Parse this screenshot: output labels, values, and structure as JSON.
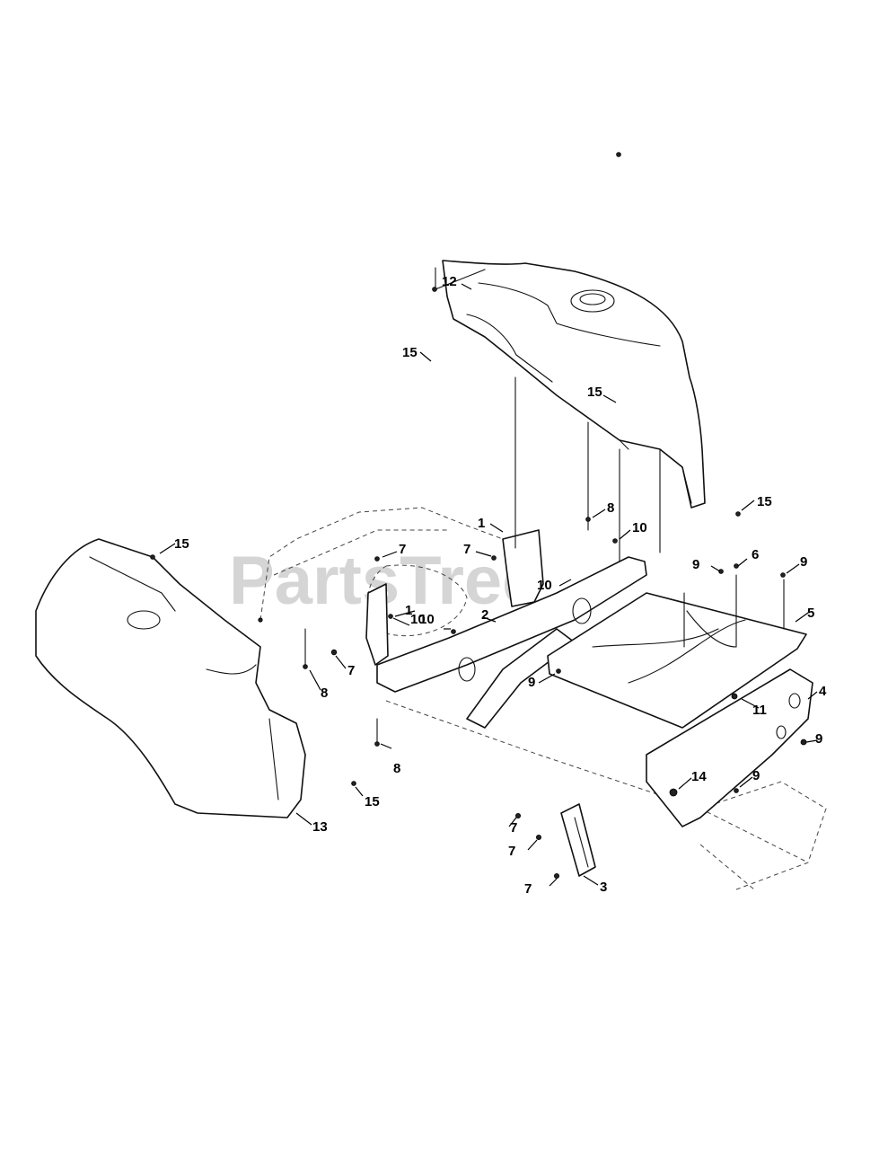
{
  "watermark": {
    "text": "PartsTree",
    "color": "#c8c8c8"
  },
  "callouts": [
    {
      "id": "c-12",
      "label": "12",
      "part": "hood / rear body"
    },
    {
      "id": "c-15a",
      "label": "15"
    },
    {
      "id": "c-15b",
      "label": "15"
    },
    {
      "id": "c-15c",
      "label": "15"
    },
    {
      "id": "c-15d",
      "label": "15"
    },
    {
      "id": "c-15e",
      "label": "15"
    },
    {
      "id": "c-1a",
      "label": "1"
    },
    {
      "id": "c-1b",
      "label": "1"
    },
    {
      "id": "c-8a",
      "label": "8"
    },
    {
      "id": "c-8b",
      "label": "8"
    },
    {
      "id": "c-8c",
      "label": "8"
    },
    {
      "id": "c-7a",
      "label": "7"
    },
    {
      "id": "c-7b",
      "label": "7"
    },
    {
      "id": "c-7c",
      "label": "7"
    },
    {
      "id": "c-7d",
      "label": "7"
    },
    {
      "id": "c-7e",
      "label": "7"
    },
    {
      "id": "c-7f",
      "label": "7"
    },
    {
      "id": "c-10a",
      "label": "10"
    },
    {
      "id": "c-10b",
      "label": "10"
    },
    {
      "id": "c-10c",
      "label": "10"
    },
    {
      "id": "c-10d",
      "label": "10"
    },
    {
      "id": "c-2",
      "label": "2"
    },
    {
      "id": "c-9a",
      "label": "9"
    },
    {
      "id": "c-9b",
      "label": "9"
    },
    {
      "id": "c-9c",
      "label": "9"
    },
    {
      "id": "c-9d",
      "label": "9"
    },
    {
      "id": "c-9e",
      "label": "9"
    },
    {
      "id": "c-6",
      "label": "6"
    },
    {
      "id": "c-5",
      "label": "5"
    },
    {
      "id": "c-4",
      "label": "4"
    },
    {
      "id": "c-11",
      "label": "11"
    },
    {
      "id": "c-14",
      "label": "14"
    },
    {
      "id": "c-3",
      "label": "3"
    },
    {
      "id": "c-13",
      "label": "13"
    }
  ]
}
